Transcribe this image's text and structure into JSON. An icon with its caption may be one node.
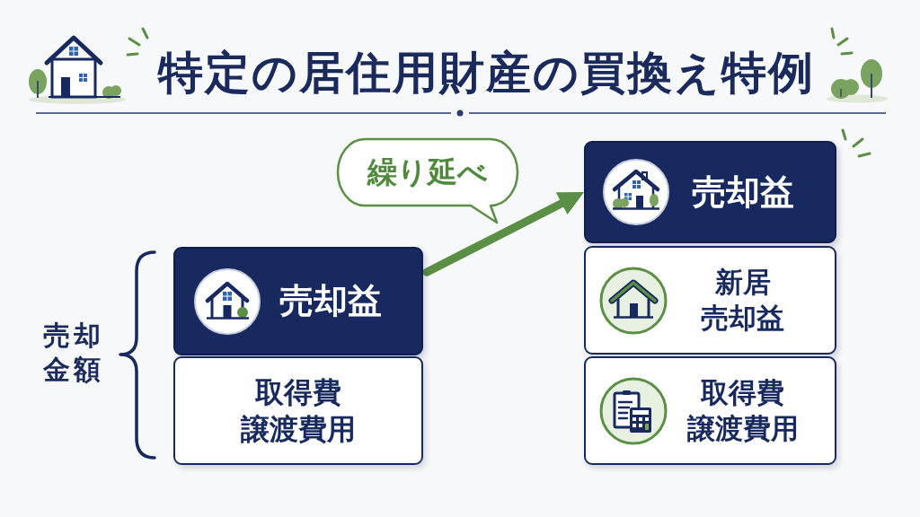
{
  "diagram": {
    "title": "特定の居住用財産の買換え特例",
    "nodes": [
      {
        "text": [
          "売却益"
        ]
      },
      {
        "text": [
          "取得費",
          "譲渡費用"
        ]
      },
      {
        "text": [
          "繰り延べ"
        ]
      },
      {
        "text": [
          "売却益"
        ]
      },
      {
        "text": [
          "新居",
          "売却益"
        ]
      },
      {
        "text": [
          "取得費",
          "譲渡費用"
        ]
      }
    ],
    "edges": [
      {
        "from": 0,
        "to": 3,
        "arrow": "to",
        "color": "#5a8f45"
      }
    ],
    "labels": [
      "売却金額"
    ]
  }
}
